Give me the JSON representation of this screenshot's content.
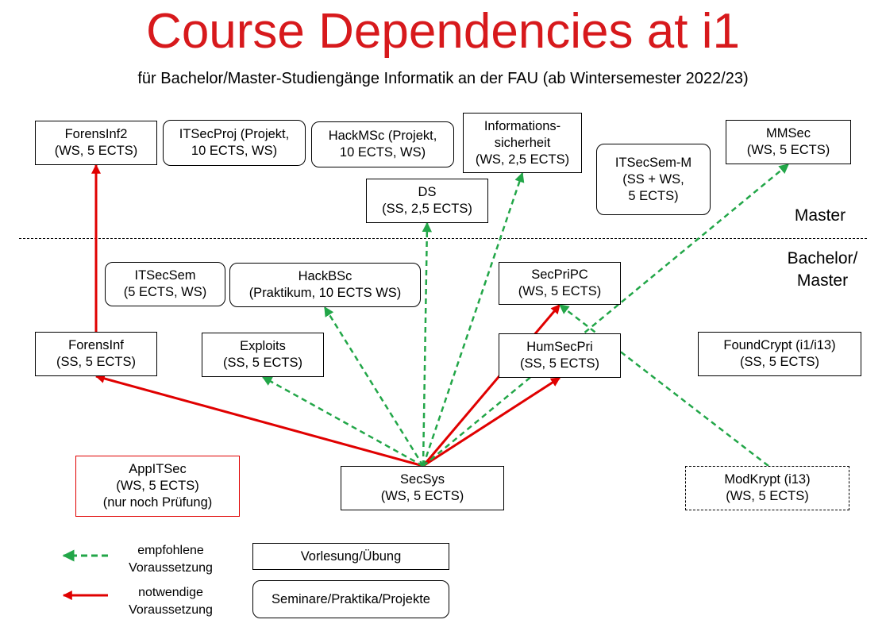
{
  "title": "Course Dependencies at i1",
  "subtitle": "für Bachelor/Master-Studiengänge Informatik an der FAU (ab Wintersemester 2022/23)",
  "zones": {
    "master": "Master",
    "bachelor_master_l1": "Bachelor/",
    "bachelor_master_l2": "Master"
  },
  "colors": {
    "title": "#d7191c",
    "required": "#e00000",
    "recommended": "#22a648",
    "appitsec_border": "#e00000"
  },
  "nodes": {
    "forensinf2": [
      "ForensInf2",
      "(WS, 5 ECTS)"
    ],
    "itsecproj": [
      "ITSecProj (Projekt,",
      "10 ECTS, WS)"
    ],
    "hackmsc": [
      "HackMSc (Projekt,",
      "10 ECTS, WS)"
    ],
    "infosich": [
      "Informations-",
      "sicherheit",
      "(WS, 2,5 ECTS)"
    ],
    "ds": [
      "DS",
      "(SS, 2,5 ECTS)"
    ],
    "itsecsemm": [
      "ITSecSem-M",
      "(SS + WS,",
      "5 ECTS)"
    ],
    "mmsec": [
      "MMSec",
      "(WS, 5 ECTS)"
    ],
    "itsecsem": [
      "ITSecSem",
      "(5 ECTS, WS)"
    ],
    "hackbsc": [
      "HackBSc",
      "(Praktikum, 10 ECTS WS)"
    ],
    "secpripc": [
      "SecPriPC",
      "(WS, 5 ECTS)"
    ],
    "forensinf": [
      "ForensInf",
      "(SS, 5 ECTS)"
    ],
    "exploits": [
      "Exploits",
      "(SS, 5 ECTS)"
    ],
    "humsecpri": [
      "HumSecPri",
      "(SS, 5 ECTS)"
    ],
    "foundcrypt": [
      "FoundCrypt (i1/i13)",
      "(SS, 5 ECTS)"
    ],
    "appitsec": [
      "AppITSec",
      "(WS, 5 ECTS)",
      "(nur noch Prüfung)"
    ],
    "secsys": [
      "SecSys",
      "(WS, 5 ECTS)"
    ],
    "modkrypt": [
      "ModKrypt (i13)",
      "(WS, 5 ECTS)"
    ]
  },
  "edges": [
    {
      "from": "forensinf",
      "to": "forensinf2",
      "type": "required"
    },
    {
      "from": "secsys",
      "to": "forensinf",
      "type": "required"
    },
    {
      "from": "secsys",
      "to": "humsecpri",
      "type": "required"
    },
    {
      "from": "secsys",
      "to": "secpripc",
      "type": "required"
    },
    {
      "from": "secsys",
      "to": "exploits",
      "type": "recommended"
    },
    {
      "from": "secsys",
      "to": "hackbsc",
      "type": "recommended"
    },
    {
      "from": "secsys",
      "to": "ds",
      "type": "recommended"
    },
    {
      "from": "secsys",
      "to": "infosich",
      "type": "recommended"
    },
    {
      "from": "secsys",
      "to": "mmsec",
      "type": "recommended"
    },
    {
      "from": "modkrypt",
      "to": "secpripc",
      "type": "recommended"
    }
  ],
  "legend": {
    "recommended_l1": "empfohlene",
    "recommended_l2": "Voraussetzung",
    "required_l1": "notwendige",
    "required_l2": "Voraussetzung",
    "lecture": "Vorlesung/Übung",
    "seminar": "Seminare/Praktika/Projekte"
  }
}
